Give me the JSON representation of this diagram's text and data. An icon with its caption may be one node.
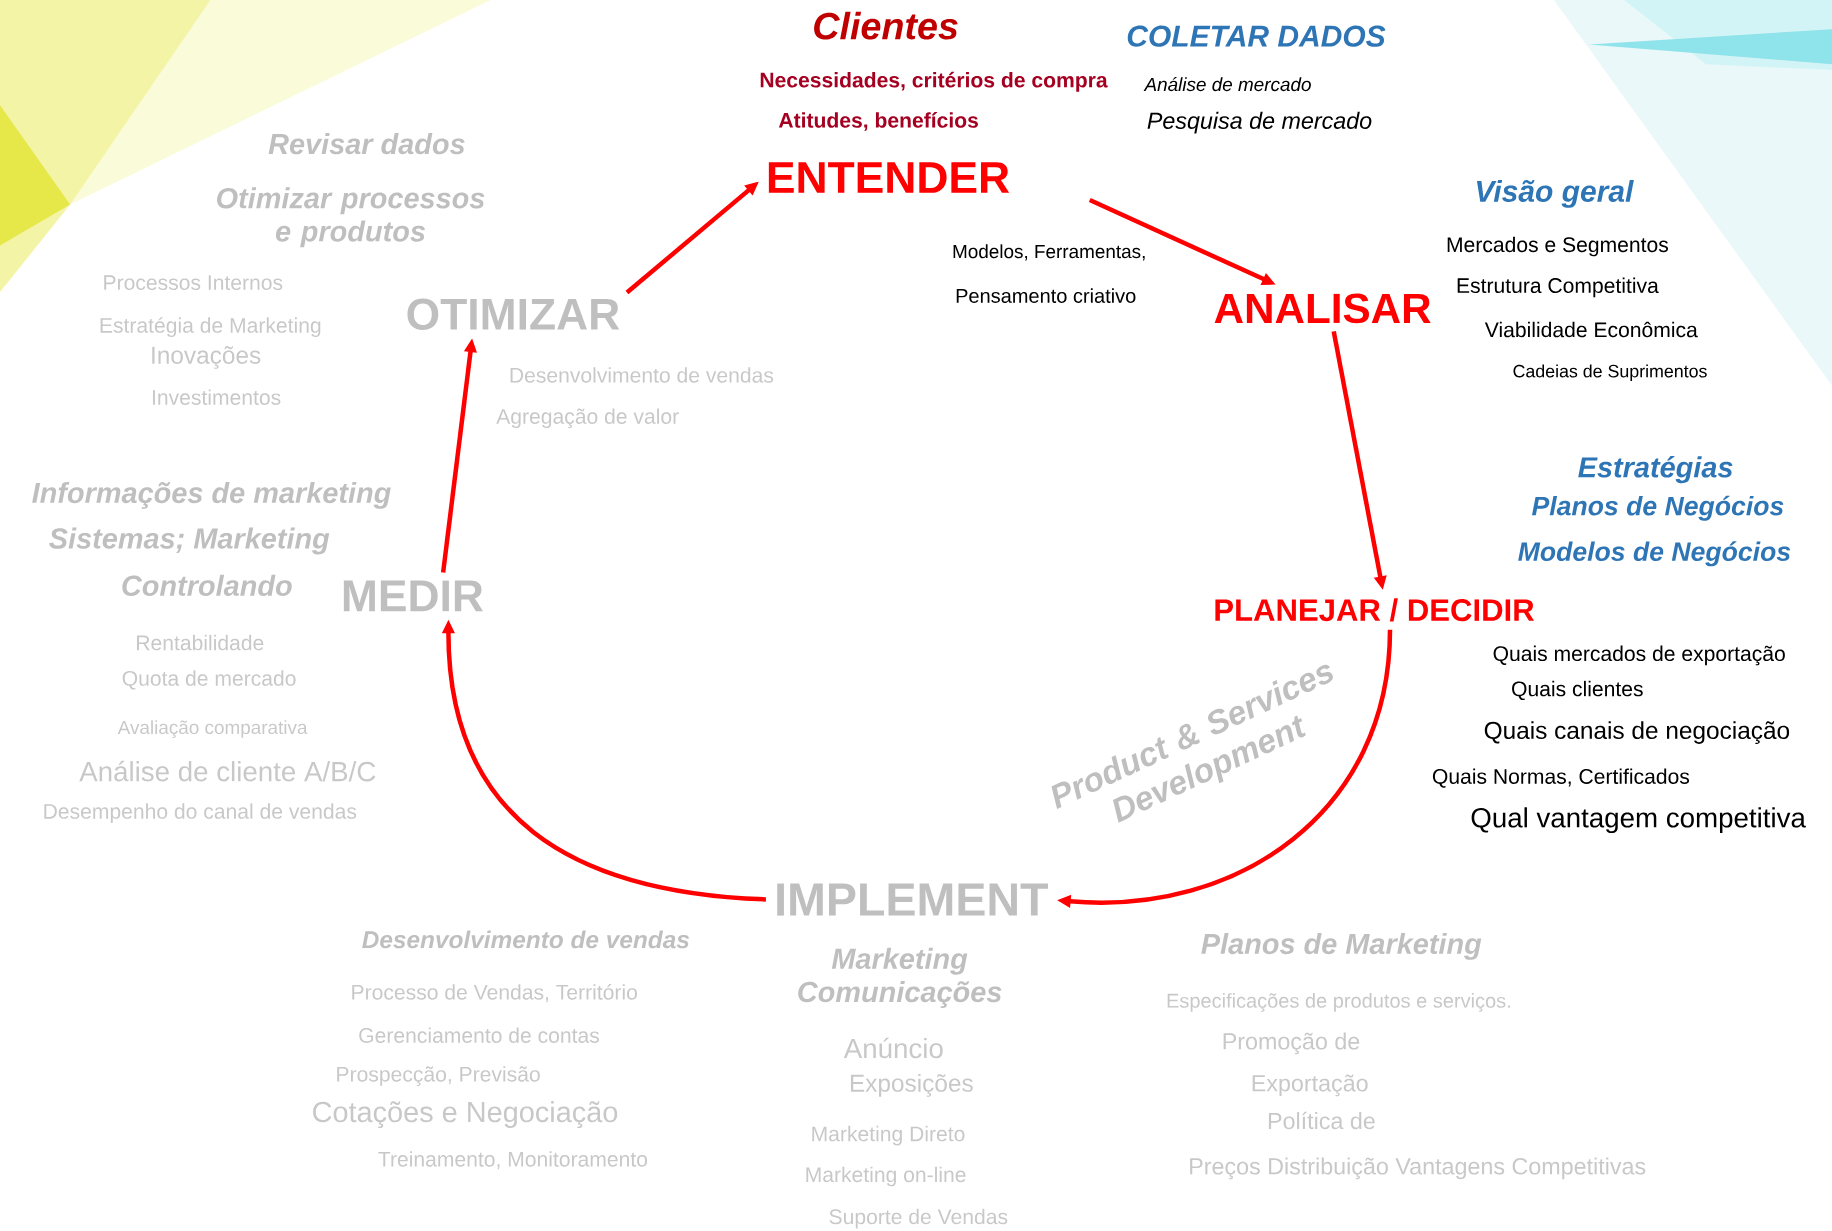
{
  "diagram": {
    "nodes": [
      {
        "text": [
          "ENTENDER"
        ]
      },
      {
        "text": [
          "ANALISAR"
        ]
      },
      {
        "text": [
          "PLANEJAR / DECIDIR"
        ]
      },
      {
        "text": [
          "IMPLEMENT"
        ]
      },
      {
        "text": [
          "MEDIR"
        ]
      },
      {
        "text": [
          "OTIMIZAR"
        ]
      }
    ],
    "edges": [
      {
        "from": 0,
        "to": 1,
        "arrow": "to"
      },
      {
        "from": 1,
        "to": 2,
        "arrow": "to"
      },
      {
        "from": 2,
        "to": 3,
        "arrow": "to"
      },
      {
        "from": 3,
        "to": 4,
        "arrow": "to"
      },
      {
        "from": 4,
        "to": 5,
        "arrow": "to"
      },
      {
        "from": 5,
        "to": 0,
        "arrow": "to"
      }
    ],
    "labels": [
      "Clientes",
      "COLETAR DADOS",
      "Necessidades, critérios de compra",
      "Análise de mercado",
      "Atitudes, benefícios",
      "Pesquisa de mercado",
      "Revisar dados",
      "Otimizar processos e produtos",
      "Visão geral",
      "Modelos, Ferramentas,",
      "Mercados e Segmentos",
      "Processos Internos",
      "Estrutura Competitiva",
      "Pensamento criativo",
      "Estratégia de Marketing",
      "Viabilidade Econômica",
      "Inovações",
      "Desenvolvimento de vendas",
      "Cadeias de Suprimentos",
      "Investimentos",
      "Agregação de valor",
      "Estratégias",
      "Informações de marketing",
      "Planos de Negócios",
      "Sistemas; Marketing",
      "Modelos de Negócios",
      "Controlando",
      "Rentabilidade",
      "Quais mercados de exportação",
      "Quota de mercado",
      "Quais clientes",
      "Avaliação comparativa",
      "Quais canais de negociação",
      "Análise de cliente A/B/C",
      "Quais Normas, Certificados",
      "Desempenho do canal de vendas",
      "Qual vantagem competitiva",
      "Product & Services Development",
      "Desenvolvimento de vendas",
      "Planos de Marketing",
      "Marketing Comunicações",
      "Processo de Vendas, Território",
      "Especificações de produtos e serviços.",
      "Gerenciamento de contas",
      "Promoção de",
      "Anúncio",
      "Prospecção, Previsão",
      "Exportação",
      "Exposições",
      "Cotações e Negociação",
      "Política de",
      "Marketing Direto",
      "Treinamento, Monitoramento",
      "Preços Distribuição Vantagens Competitivas",
      "Marketing on-line",
      "Suporte de Vendas"
    ]
  }
}
